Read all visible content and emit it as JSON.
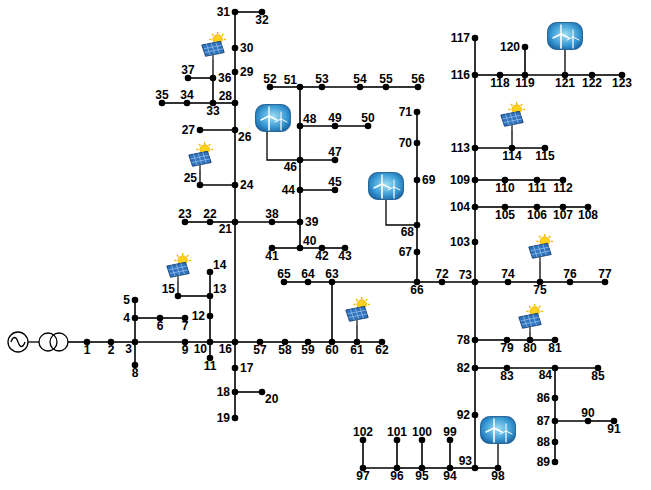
{
  "diagram": {
    "labels": [
      "1",
      "2",
      "3",
      "4",
      "5",
      "6",
      "7",
      "8",
      "9",
      "10",
      "11",
      "12",
      "13",
      "14",
      "15",
      "16",
      "17",
      "18",
      "19",
      "20",
      "21",
      "22",
      "23",
      "24",
      "25",
      "26",
      "27",
      "28",
      "29",
      "30",
      "31",
      "32",
      "33",
      "34",
      "35",
      "36",
      "37",
      "38",
      "39",
      "40",
      "41",
      "42",
      "43",
      "44",
      "45",
      "46",
      "47",
      "48",
      "49",
      "50",
      "51",
      "52",
      "53",
      "54",
      "55",
      "56",
      "57",
      "58",
      "59",
      "60",
      "61",
      "62",
      "63",
      "64",
      "65",
      "66",
      "67",
      "68",
      "69",
      "70",
      "71",
      "72",
      "73",
      "74",
      "75",
      "76",
      "77",
      "78",
      "79",
      "80",
      "81",
      "82",
      "83",
      "84",
      "85",
      "86",
      "87",
      "88",
      "89",
      "90",
      "91",
      "92",
      "93",
      "94",
      "95",
      "96",
      "97",
      "98",
      "99",
      "100",
      "101",
      "102",
      "103",
      "104",
      "105",
      "106",
      "107",
      "108",
      "109",
      "110",
      "111",
      "112",
      "113",
      "114",
      "115",
      "116",
      "117",
      "118",
      "119",
      "120",
      "121",
      "122",
      "123"
    ]
  }
}
